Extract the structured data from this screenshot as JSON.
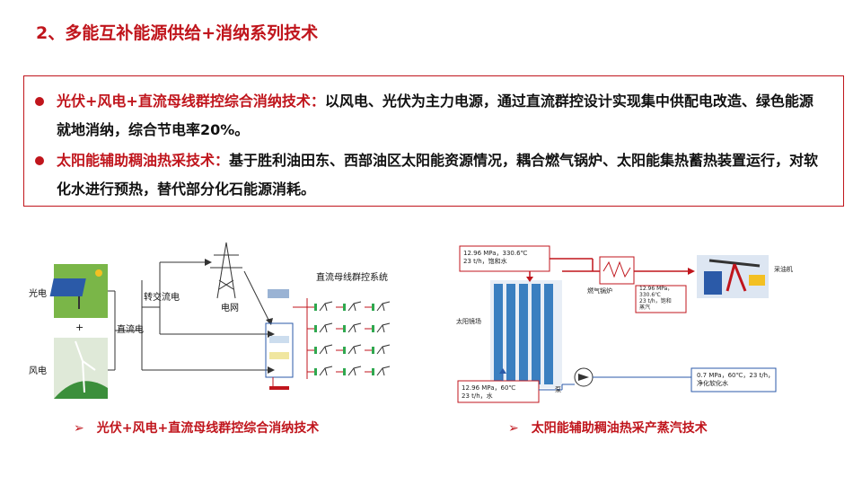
{
  "title": "2、多能互补能源供给+消纳系列技术",
  "bullets": [
    {
      "highlight": "光伏+风电+直流母线群控综合消纳技术：",
      "text": "以风电、光伏为主力电源，通过直流群控设计实现集中供配电改造、绿色能源就地消纳，综合节电率20%。"
    },
    {
      "highlight": "太阳能辅助稠油热采技术：",
      "text": "基于胜利油田东、西部油区太阳能资源情况，耦合燃气锅炉、太阳能集热蓄热装置运行，对软化水进行预热，替代部分化石能源消耗。"
    }
  ],
  "left_figure": {
    "pv_label": "光电",
    "plus": "+",
    "wind_label": "风电",
    "dc_label": "直流电",
    "ac_label": "转交流电",
    "grid_label": "电网",
    "system_label": "直流母线群控系统"
  },
  "right_figure": {
    "steam_top": "12.96 MPa，330.6℃\n23 t/h，饱和水",
    "boiler_label": "燃气锅炉",
    "steam_mid": "12.96 MPa，\n330.6℃\n23 t/h，饱和\n蒸汽",
    "oil_label": "采油机",
    "mirror_label": "太阳镜场",
    "water_bottom": "12.96 MPa，60℃\n23 t/h，水",
    "pump_label": "泵",
    "soft_water": "0.7 MPa，60℃，23 t/h，\n净化软化水"
  },
  "captions": {
    "arrow": "➢",
    "left": "光伏+风电+直流母线群控综合消纳技术",
    "right": "太阳能辅助稠油热采产蒸汽技术"
  },
  "colors": {
    "accent": "#c0151c",
    "pv_bg": "#7ab648",
    "panel": "#2b5aa8",
    "mirror": "#3a7fc0"
  }
}
